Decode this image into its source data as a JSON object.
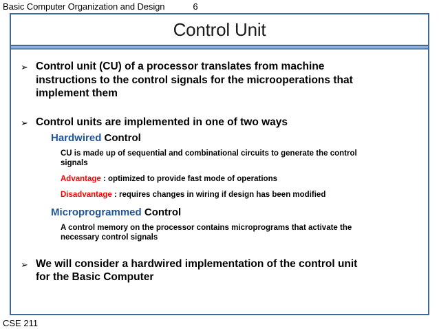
{
  "header": {
    "title": "Basic Computer Organization and Design",
    "page_number": "6"
  },
  "slide": {
    "title": "Control Unit"
  },
  "colors": {
    "frame_border": "#3e6896",
    "rule_light": "#8fb0d4",
    "keyword_blue": "#1f5499",
    "keyword_red": "#ff0000",
    "text_black": "#000000"
  },
  "icons": {
    "bullet_arrow": "➢"
  },
  "body": {
    "bullet1": "Control unit (CU) of a processor translates from machine instructions to the control signals for the microoperations that implement them",
    "bullet2": "Control units are implemented in one of two ways",
    "hardwired_kw": "Hardwired",
    "hardwired_rest": " Control",
    "hardwired_desc": "CU is made up of sequential and combinational circuits to generate the control signals",
    "advantage_kw": "Advantage",
    "advantage_rest": " : optimized to provide fast mode of operations",
    "disadvantage_kw": "Disadvantage",
    "disadvantage_rest": " : requires changes in wiring if design has been modified",
    "microprogrammed_kw": "Microprogrammed",
    "microprogrammed_rest": " Control",
    "microprogrammed_desc": "A control memory on the processor contains microprograms that activate the necessary control signals",
    "bullet3": "We will consider a hardwired implementation of the control unit for the Basic Computer"
  },
  "footer": {
    "course": "CSE 211"
  }
}
